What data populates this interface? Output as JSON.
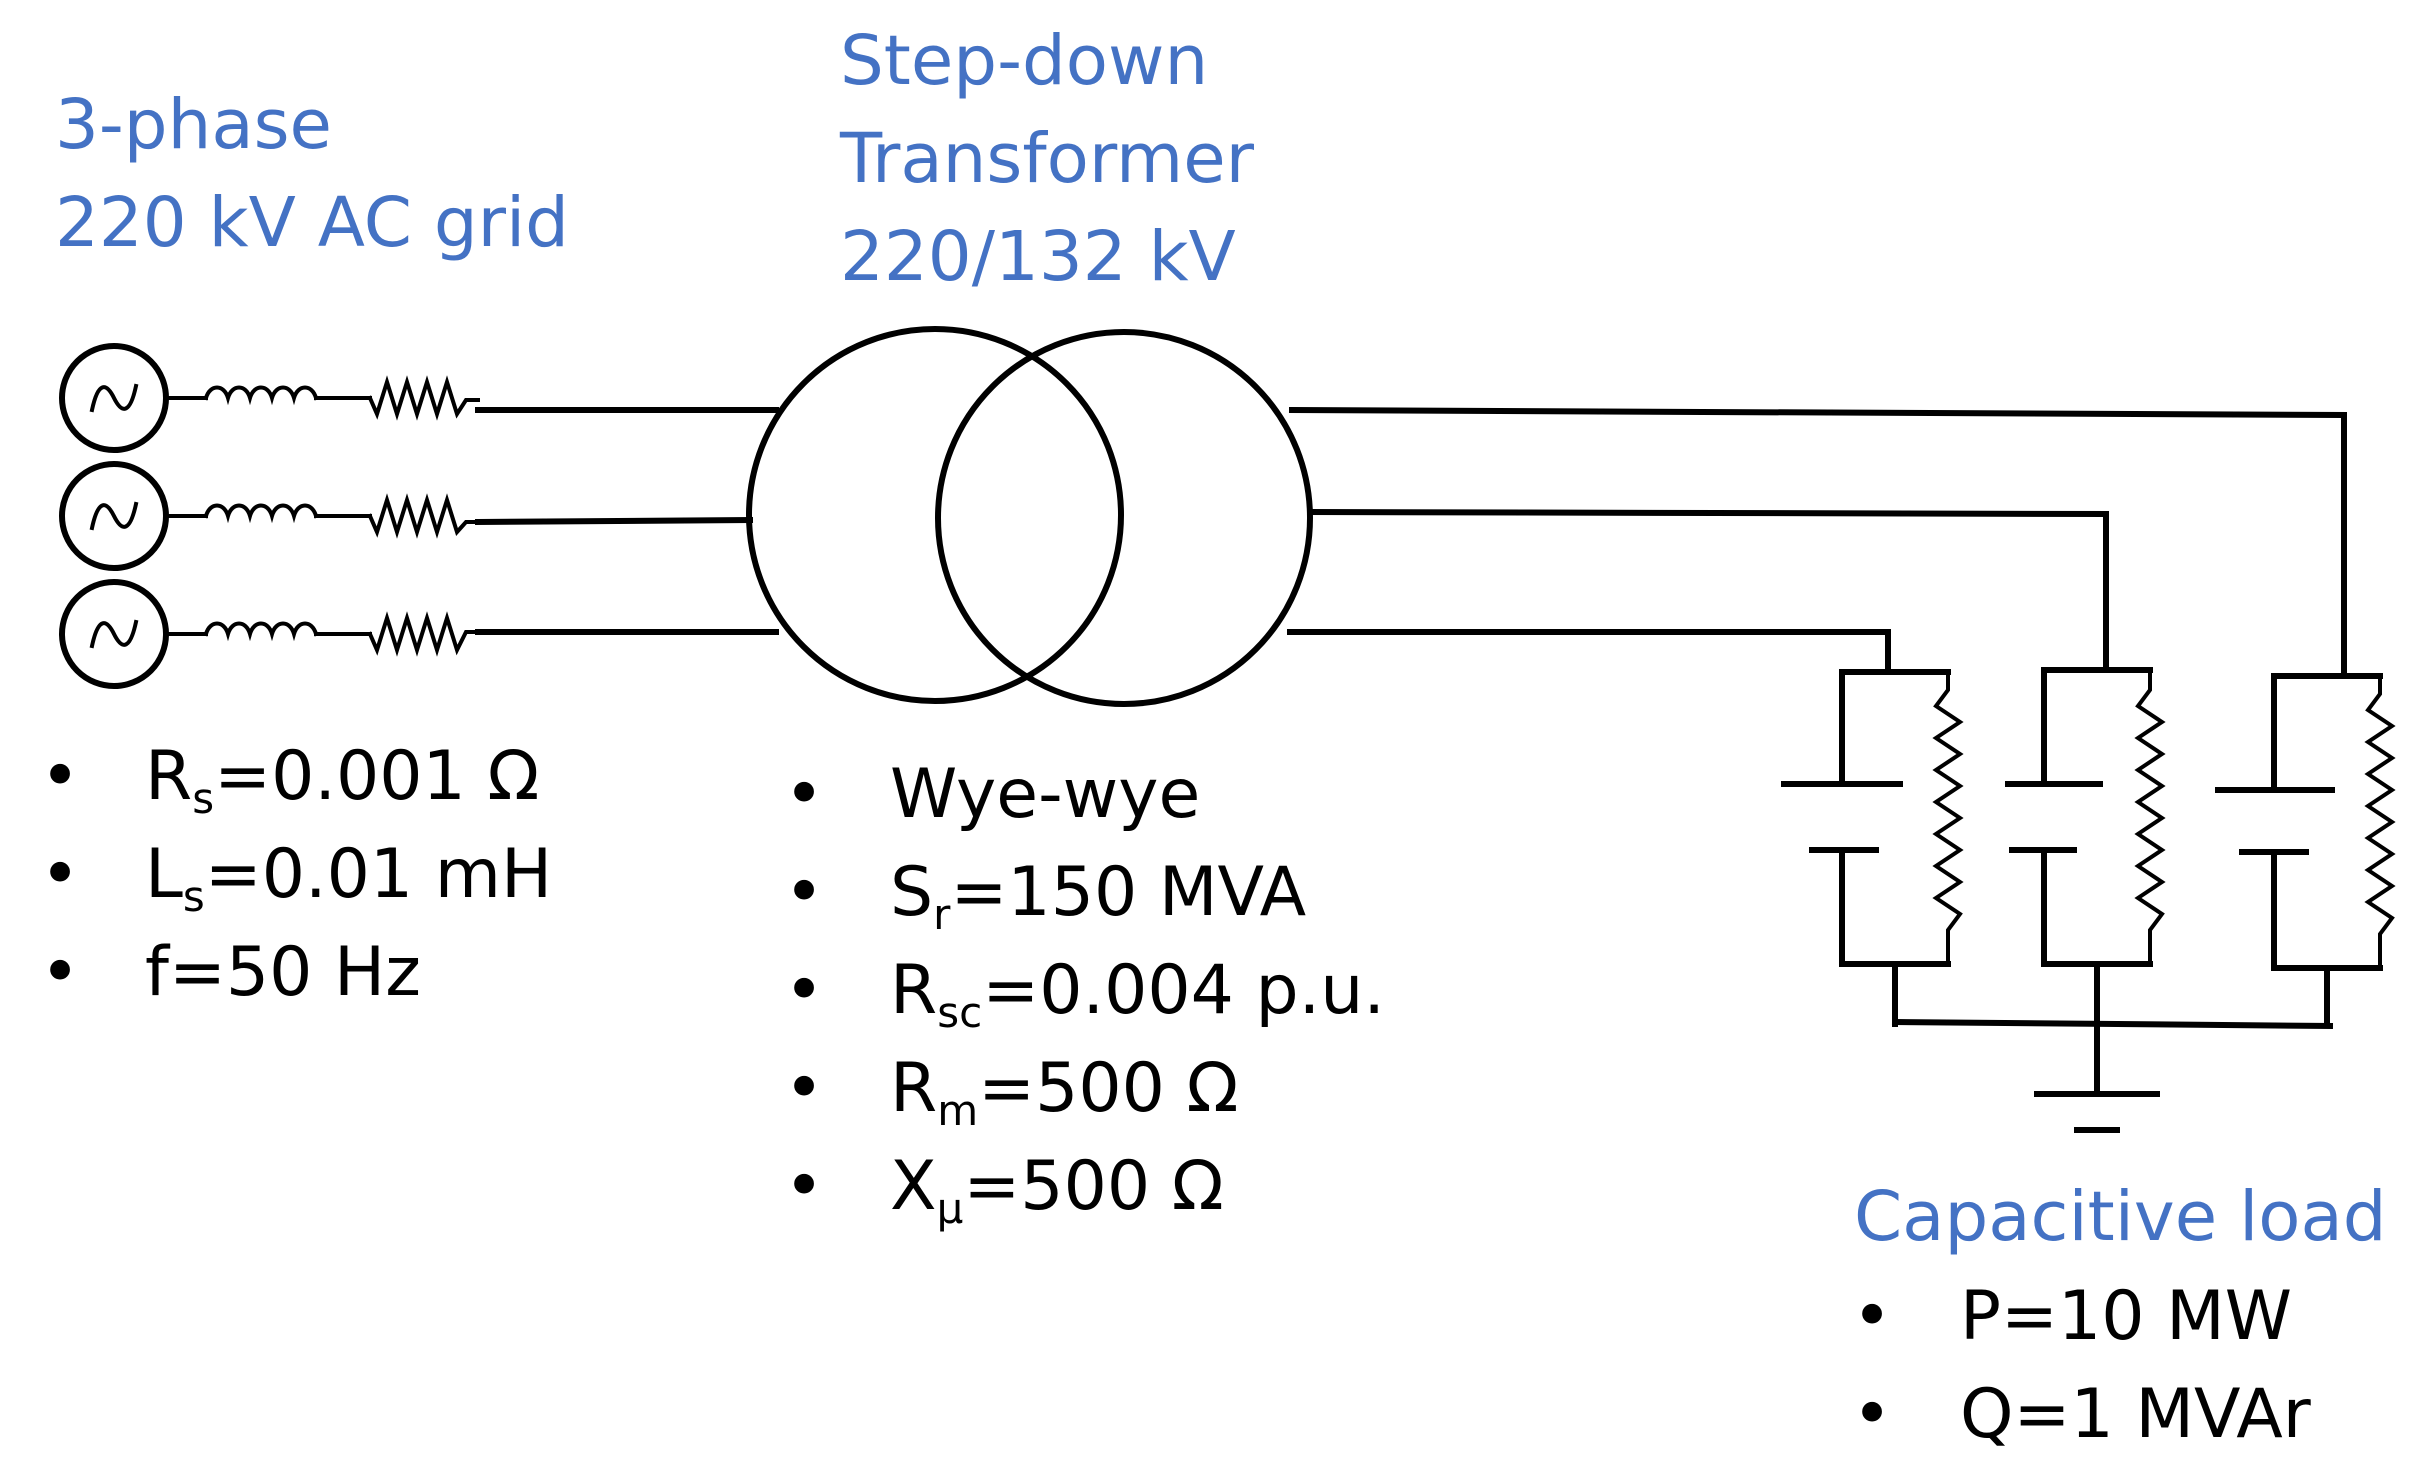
{
  "grid": {
    "title_lines": [
      "3-phase",
      "220 kV AC grid"
    ],
    "params": [
      {
        "main": "R",
        "sub": "s",
        "rest": "=0.001 Ω"
      },
      {
        "main": "L",
        "sub": "s",
        "rest": "=0.01 mH"
      },
      {
        "main": "f=50 Hz",
        "sub": "",
        "rest": ""
      }
    ]
  },
  "transformer": {
    "title_lines": [
      "Step-down",
      "Transformer",
      "220/132 kV"
    ],
    "params": [
      {
        "main": "Wye-wye",
        "sub": "",
        "rest": ""
      },
      {
        "main": "S",
        "sub": "r",
        "rest": "=150 MVA"
      },
      {
        "main": "R",
        "sub": "sc",
        "rest": "=0.004 p.u."
      },
      {
        "main": "R",
        "sub": "m",
        "rest": "=500 Ω"
      },
      {
        "main": "X",
        "sub": "μ",
        "rest": "=500 Ω"
      }
    ]
  },
  "load": {
    "title": "Capacitive load",
    "params": [
      {
        "main": "P=10 MW",
        "sub": "",
        "rest": ""
      },
      {
        "main": "Q=1 MVAr",
        "sub": "",
        "rest": ""
      }
    ]
  },
  "bullet_symbol": "•",
  "colors": {
    "heading": "#4472C4",
    "text": "#000000",
    "line": "#000000"
  },
  "icons": [
    "ac-source-icon",
    "inductor-icon",
    "resistor-icon",
    "transformer-icon",
    "capacitor-icon",
    "ground-icon"
  ]
}
